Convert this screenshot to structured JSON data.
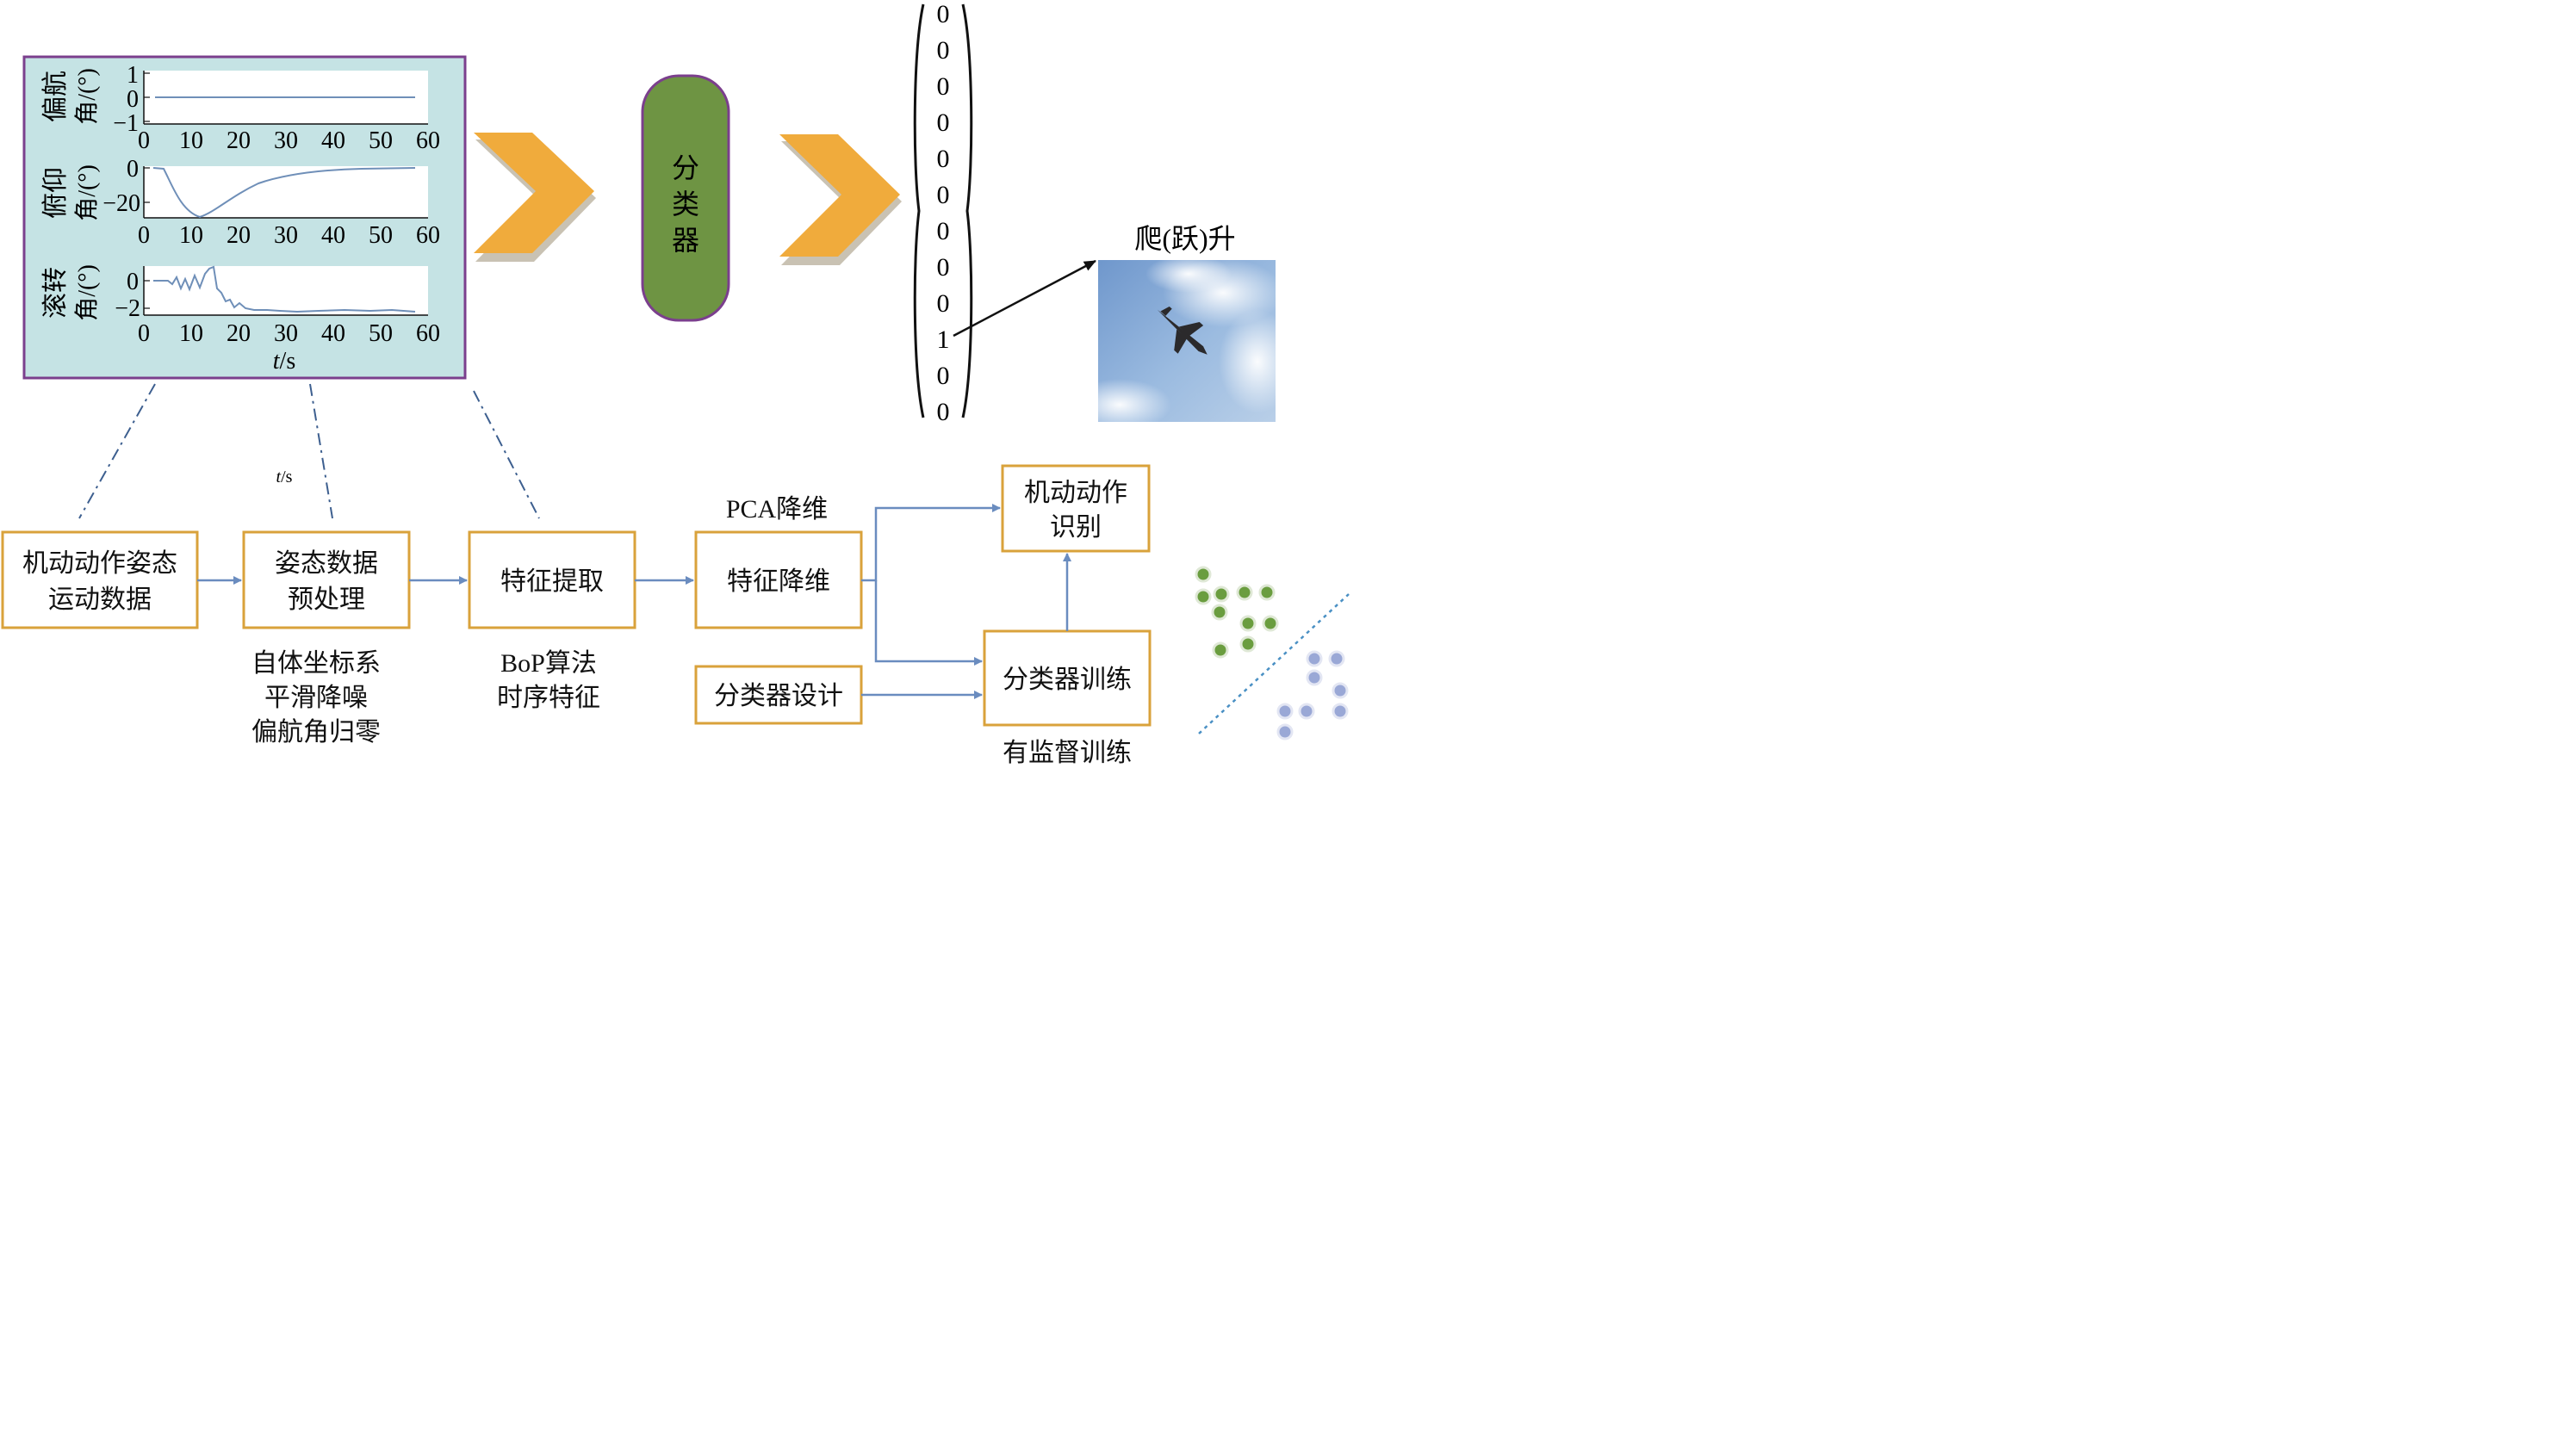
{
  "plots": {
    "yaw": {
      "ylabel_line1": "偏航",
      "ylabel_line2": "角/(°)",
      "yticks": [
        "1",
        "0",
        "−1"
      ]
    },
    "pitch": {
      "ylabel_line1": "俯仰",
      "ylabel_line2": "角/(°)",
      "yticks": [
        "0",
        "−20"
      ]
    },
    "roll": {
      "ylabel_line1": "滚转",
      "ylabel_line2": "角/(°)",
      "yticks": [
        "0",
        "−2"
      ]
    },
    "xticks": [
      "0",
      "10",
      "20",
      "30",
      "40",
      "50",
      "60"
    ],
    "xlabel_t": "t",
    "xlabel_unit": "/s"
  },
  "classifier_label": [
    "分",
    "类",
    "器"
  ],
  "vector_values": [
    "0",
    "0",
    "0",
    "0",
    "0",
    "0",
    "0",
    "0",
    "0",
    "1",
    "0",
    "0"
  ],
  "result_label": "爬(跃)升",
  "stray_label": {
    "t": "t",
    "unit": "/s"
  },
  "pipeline": {
    "motion_data": [
      "机动动作姿态",
      "运动数据"
    ],
    "preprocess": [
      "姿态数据",
      "预处理"
    ],
    "feature_extract": "特征提取",
    "feature_reduce": "特征降维",
    "classifier_design": "分类器设计",
    "classifier_train": "分类器训练",
    "recognition": [
      "机动动作",
      "识别"
    ],
    "pca_label": "PCA降维",
    "preprocess_notes": [
      "自体坐标系",
      "平滑降噪",
      "偏航角归零"
    ],
    "feature_notes": [
      "BoP算法",
      "时序特征"
    ],
    "train_note": "有监督训练"
  },
  "colors": {
    "plot_panel_bg": "#c5e3e4",
    "plot_panel_border": "#7b3f8d",
    "chevron": "#f0ab3c",
    "classifier_fill": "#6e9443",
    "classifier_border": "#7b3f8d",
    "box_border": "#d9a23b",
    "arrow": "#6a8cbf",
    "curve": "#6f8fb8",
    "green_dot": "#6a9d3f",
    "blue_dot": "#9aa8d6",
    "sky": "#8aaed6"
  }
}
